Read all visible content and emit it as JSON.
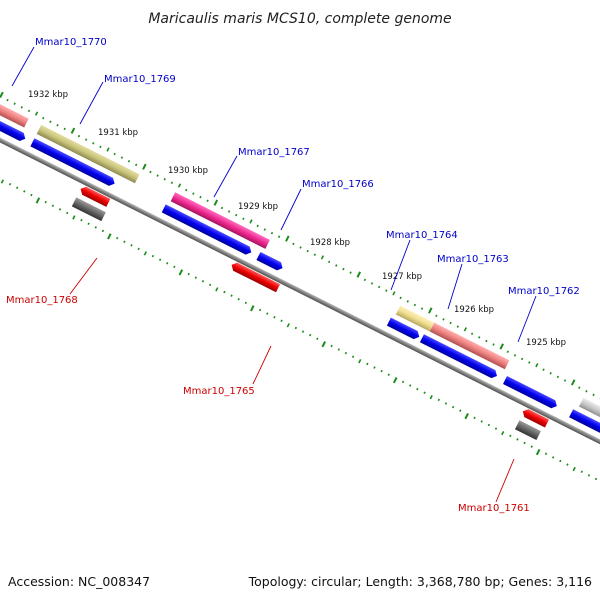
{
  "title": "Maricaulis maris MCS10, complete genome",
  "footer": {
    "accession": "Accession: NC_008347",
    "summary": "Topology: circular; Length: 3,368,780 bp; Genes: 3,116"
  },
  "colors": {
    "backbone": "#808080",
    "tick": "#1a8c1a",
    "forward_label": "#0000cc",
    "reverse_label": "#cc0000",
    "cds_forward": "#0000ee",
    "cds_reverse": "#ee0000",
    "cds_gray": "#666666"
  },
  "scale_labels": [
    "1932 kbp",
    "1931 kbp",
    "1930 kbp",
    "1929 kbp",
    "1928 kbp",
    "1927 kbp",
    "1926 kbp",
    "1925 kbp"
  ],
  "forward_genes": [
    "Mmar10_1770",
    "Mmar10_1769",
    "Mmar10_1767",
    "Mmar10_1766",
    "Mmar10_1764",
    "Mmar10_1763",
    "Mmar10_1762"
  ],
  "reverse_genes": [
    "Mmar10_1768",
    "Mmar10_1765",
    "Mmar10_1761"
  ]
}
